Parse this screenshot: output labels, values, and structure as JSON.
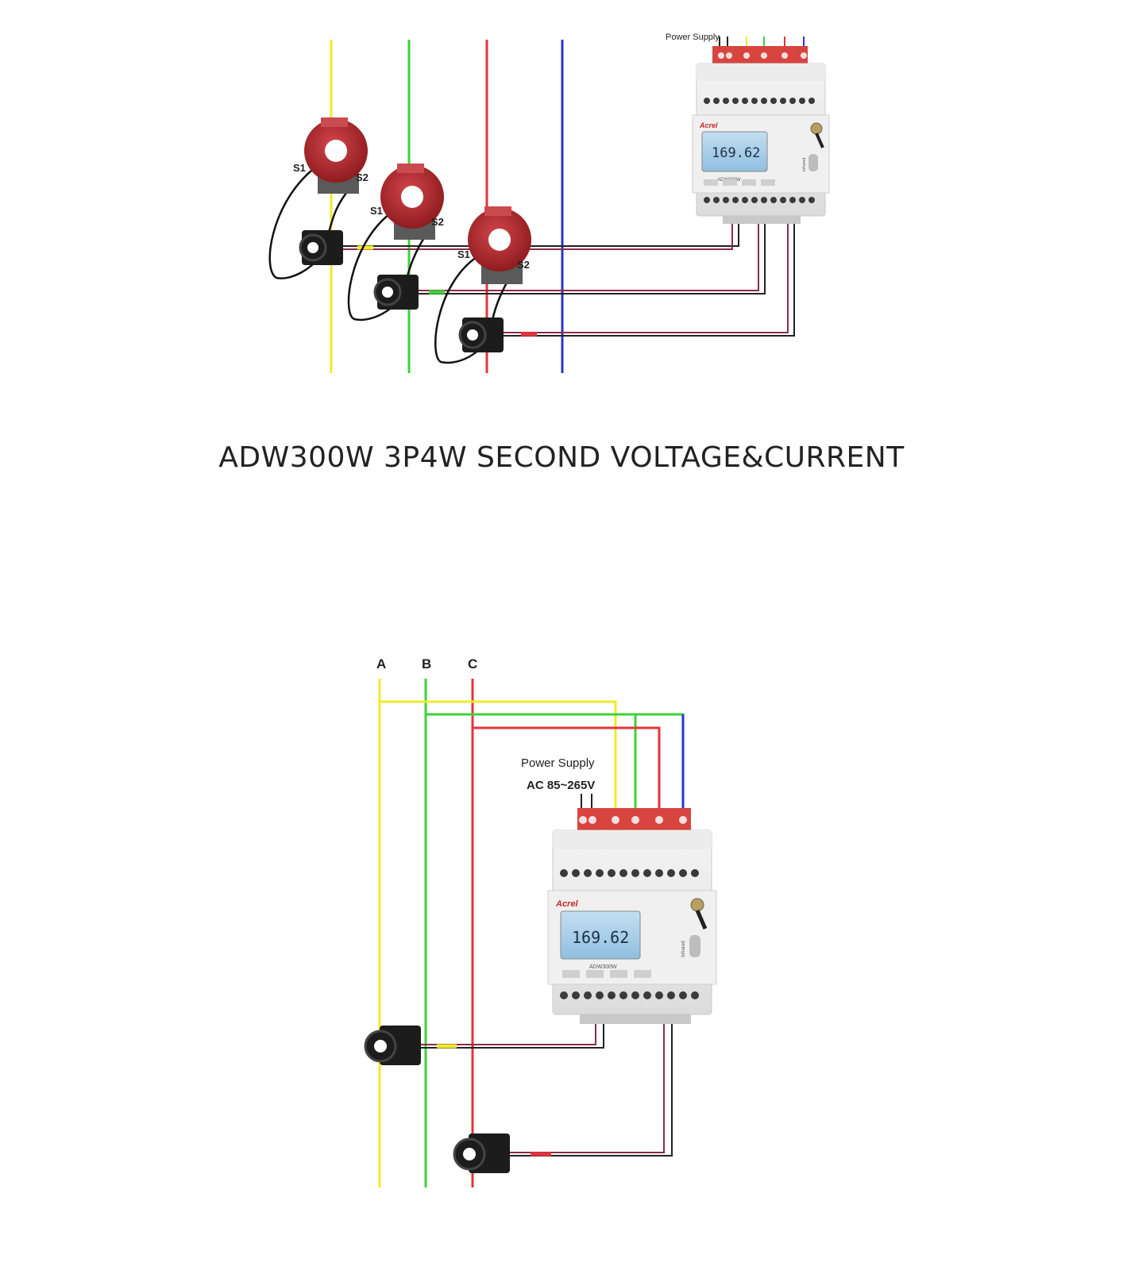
{
  "top_diagram": {
    "power_supply_label": "Power Supply",
    "ct_terminal_s1": "S1",
    "ct_terminal_s2": "S2",
    "meter": {
      "brand": "Acrel",
      "display_value": "169.62",
      "model": "ADW300W",
      "infrared_label": "Infrared"
    }
  },
  "title": "ADW300W 3P4W SECOND VOLTAGE&CURRENT",
  "bottom_diagram": {
    "phase_labels": [
      "A",
      "B",
      "C"
    ],
    "power_supply_label": "Power Supply",
    "power_supply_voltage": "AC 85~265V",
    "meter": {
      "brand": "Acrel",
      "display_value": "169.62",
      "model": "ADW300W",
      "infrared_label": "Infrared"
    }
  },
  "colors": {
    "phase_a": "#f2ea2c",
    "phase_b": "#3ed23a",
    "phase_c": "#e3343a",
    "neutral": "#2a36c9",
    "ct_body": "#b3262a",
    "meter_body": "#e9e9e9",
    "lcd": "#a9cde6",
    "terminal_block": "#d8443f"
  },
  "icons": [
    "current-transformer-icon",
    "split-core-ct-icon",
    "energy-meter-icon",
    "antenna-icon"
  ]
}
